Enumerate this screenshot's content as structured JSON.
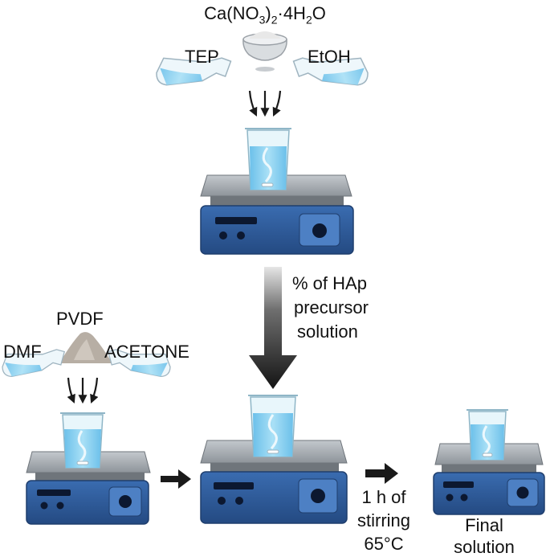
{
  "top": {
    "solute": {
      "prefix": "Ca(NO",
      "sub1": "3",
      "mid": ")",
      "sub2": "2",
      "suffix": "·4H",
      "sub3": "2",
      "end": "O"
    },
    "left_flask": "TEP",
    "right_flask": "EtOH"
  },
  "bottom_left": {
    "powder": "PVDF",
    "left_flask": "DMF",
    "right_flask": "ACETONE"
  },
  "transfer": {
    "line1": "% of HAp",
    "line2": "precursor",
    "line3": "solution"
  },
  "stirring": {
    "line1": "1 h of",
    "line2": "stirring",
    "line3": "65°C"
  },
  "result": {
    "line1": "Final",
    "line2": "solution"
  },
  "colors": {
    "stirrer_body": "#2f5d9e",
    "stirrer_plate": "#9ea4ab",
    "liquid": "#8fd1ef",
    "glass": "#dff2fa",
    "powder": "#b7aea4",
    "arrow": "#1a1a1a",
    "big_arrow": "#262626"
  }
}
